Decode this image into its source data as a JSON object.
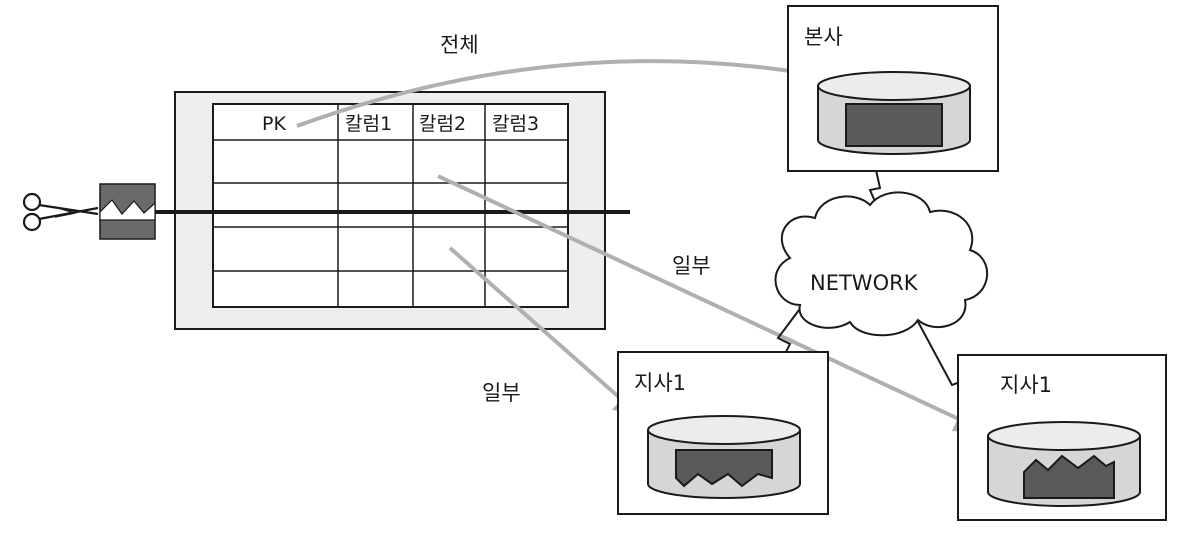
{
  "table": {
    "headers": [
      "PK",
      "칼럼1",
      "칼럼2",
      "칼럼3"
    ]
  },
  "arrows": {
    "full_label": "전체",
    "partial_label_right": "일부",
    "partial_label_left": "일부"
  },
  "sites": {
    "headquarters": "본사",
    "branch_a": "지사1",
    "branch_b": "지사1"
  },
  "network": {
    "label": "NETWORK"
  },
  "colors": {
    "line": "#1a1a1a",
    "arrow": "#b0b0b0",
    "table_frame": "#eeeeee",
    "db_fill": "#d6d6d6",
    "db_top": "#ececec",
    "dark_block": "#5a5a5a"
  },
  "icons": [
    "scissors-icon",
    "database-icon",
    "network-cloud-icon",
    "lightning-link-icon"
  ]
}
